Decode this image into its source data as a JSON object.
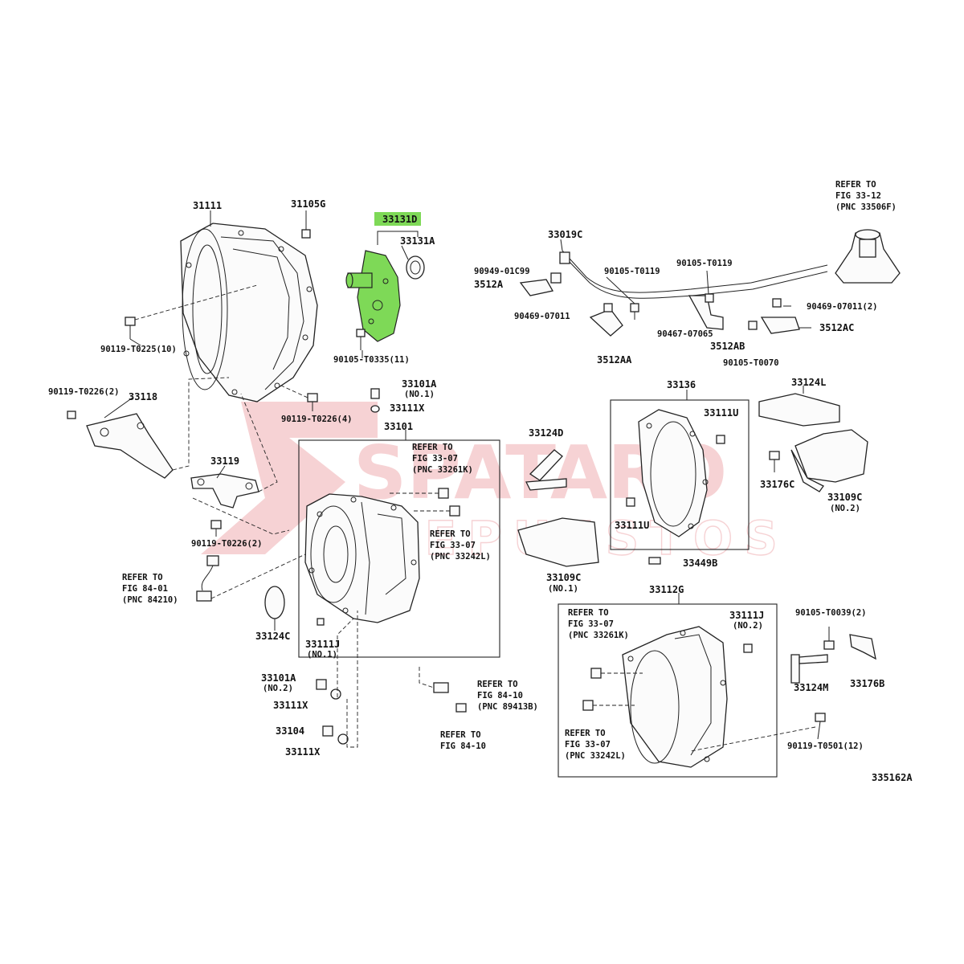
{
  "colors": {
    "highlight": "#7ed957",
    "watermark": "#e88a8f",
    "ink": "#111111"
  },
  "watermark": {
    "brand": "SPATARO",
    "sub": "REPUESTOS"
  },
  "figure_id": "335162A",
  "labels": {
    "p31111": "31111",
    "p31105G": "31105G",
    "p33131D": "33131D",
    "p33131A": "33131A",
    "p90119_T0225": "90119-T0225(10)",
    "p90105_T0335": "90105-T0335(11)",
    "p90119_T0226_2a": "90119-T0226(2)",
    "p33118": "33118",
    "p90119_T0226_4": "90119-T0226(4)",
    "p33119": "33119",
    "p90119_T0226_2b": "90119-T0226(2)",
    "p33101A_no1": "33101A",
    "p33101A_no1_sub": "(NO.1)",
    "p33111X_top": "33111X",
    "p33101": "33101",
    "p33124C": "33124C",
    "p33111J_no1": "33111J",
    "p33111J_no1_sub": "(NO.1)",
    "p33101A_no2": "33101A",
    "p33101A_no2_sub": "(NO.2)",
    "p33111X_b1": "33111X",
    "p33104": "33104",
    "p33111X_b2": "33111X",
    "p33124D": "33124D",
    "p33109C_no1": "33109C",
    "p33109C_no1_sub": "(NO.1)",
    "p33136": "33136",
    "p33111U_a": "33111U",
    "p33111U_b": "33111U",
    "p33449B": "33449B",
    "p33124L": "33124L",
    "p33176C": "33176C",
    "p33109C_no2": "33109C",
    "p33109C_no2_sub": "(NO.2)",
    "p33019C": "33019C",
    "p90949_01C99": "90949-01C99",
    "p3512A": "3512A",
    "p90469_07011a": "90469-07011",
    "p3512AA": "3512AA",
    "p90105_T0119a": "90105-T0119",
    "p90105_T0119b": "90105-T0119",
    "p90467_07065": "90467-07065",
    "p3512AB": "3512AB",
    "p90105_T0070": "90105-T0070",
    "p90469_07011b": "90469-07011(2)",
    "p3512AC": "3512AC",
    "p33112G": "33112G",
    "p33111J_no2": "33111J",
    "p33111J_no2_sub": "(NO.2)",
    "p90105_T0039": "90105-T0039(2)",
    "p33124M": "33124M",
    "p33176B": "33176B",
    "p90119_T0501": "90119-T0501(12)"
  },
  "references": {
    "ref_top_right": [
      "REFER TO",
      "FIG 33-12",
      "(PNC 33506F)"
    ],
    "ref_33261K_a": [
      "REFER TO",
      "FIG 33-07",
      "(PNC 33261K)"
    ],
    "ref_33242L_a": [
      "REFER TO",
      "FIG 33-07",
      "(PNC 33242L)"
    ],
    "ref_84210": [
      "REFER TO",
      "FIG 84-01",
      "(PNC 84210)"
    ],
    "ref_89413B": [
      "REFER TO",
      "FIG 84-10",
      "(PNC 89413B)"
    ],
    "ref_84_10": [
      "REFER TO",
      "FIG 84-10"
    ],
    "ref_33261K_b": [
      "REFER TO",
      "FIG 33-07",
      "(PNC 33261K)"
    ],
    "ref_33242L_b": [
      "REFER TO",
      "FIG 33-07",
      "(PNC 33242L)"
    ]
  }
}
